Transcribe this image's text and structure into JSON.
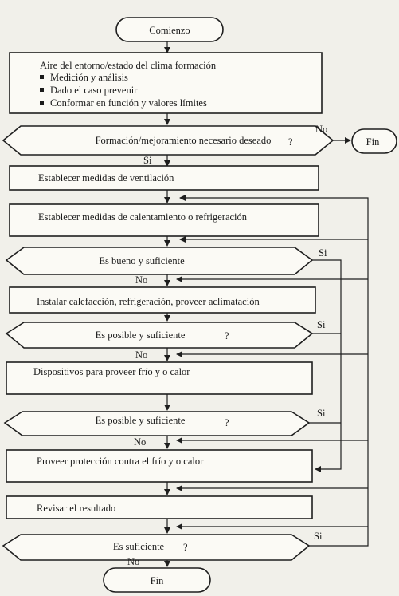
{
  "start": "Comienzo",
  "step1": {
    "title": "Aire del entorno/estado del clima formación",
    "bullets": [
      "Medición y análisis",
      "Dado el caso prevenir",
      "Conformar en función y valores límites"
    ]
  },
  "decision1": "Formación/mejoramiento necesario deseado",
  "decision1_mark": "?",
  "end_top": "Fin",
  "step_ventilation": "Establecer medidas de ventilación",
  "step_heating": "Establecer medidas de calentamiento o refrigeración",
  "decision2": "Es bueno y suficiente",
  "step_install": "Instalar calefacción, refrigeración, proveer aclimatación",
  "decision3": "Es posible y suficiente",
  "decision3_mark": "?",
  "step_devices": "Dispositivos para proveer frío y o calor",
  "decision4": "Es posible y suficiente",
  "decision4_mark": "?",
  "step_protection": "Proveer protección contra el frío y o calor",
  "step_review": "Revisar el resultado",
  "decision5": "Es suficiente",
  "decision5_mark": "?",
  "end_bottom": "Fin",
  "labels": {
    "yes": "Si",
    "no": "No"
  }
}
